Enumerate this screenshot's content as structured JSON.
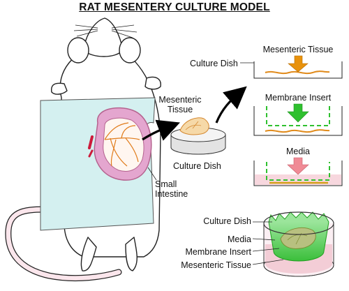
{
  "title": "RAT MESENTERY CULTURE MODEL",
  "labels": {
    "mesenteric_tissue": [
      "Mesenteric",
      "Tissue"
    ],
    "culture_dish": "Culture Dish",
    "small_intestine": [
      "Small",
      "Intestine"
    ]
  },
  "steps": [
    {
      "left_label": "Culture Dish",
      "top_label": "Mesenteric Tissue",
      "arrow_color": "#e8920c"
    },
    {
      "top_label": "Membrane Insert",
      "arrow_color": "#2fc02f"
    },
    {
      "top_label": "Media",
      "arrow_color": "#f08a95"
    }
  ],
  "assembly_labels": [
    "Culture Dish",
    "Media",
    "Membrane Insert",
    "Mesenteric Tissue"
  ],
  "colors": {
    "drape": "#d4f0f0",
    "intestine": "#e4a6cf",
    "vessel": "#e07b1a",
    "tissue": "#f6d9a8",
    "media": "#f7d7de",
    "membrane": "#3ccf3c"
  }
}
